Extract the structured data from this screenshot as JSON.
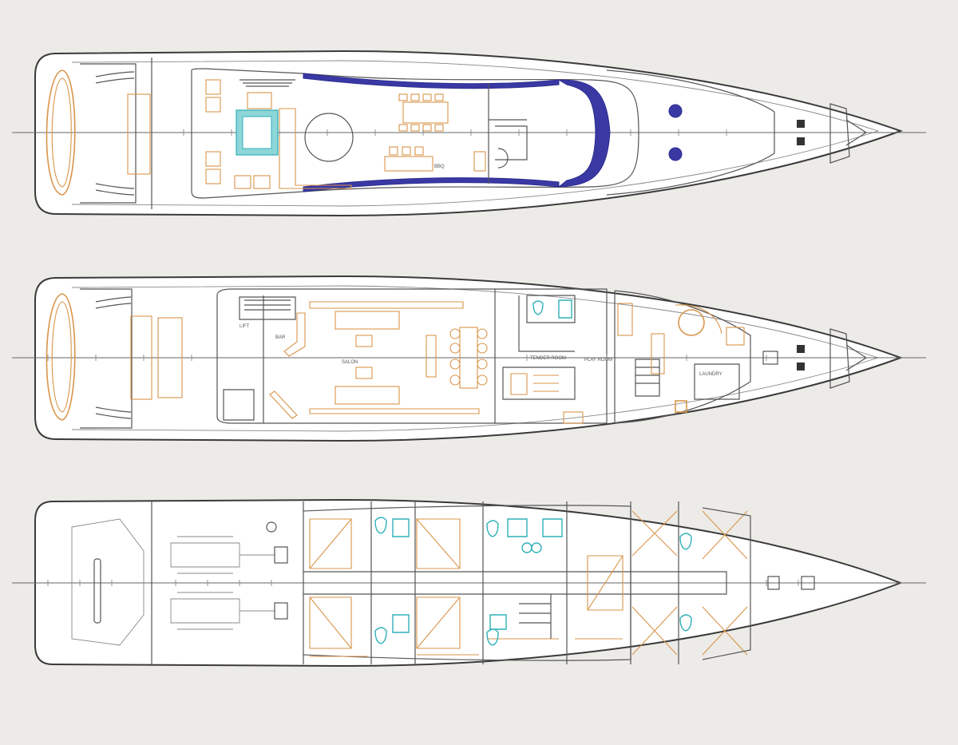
{
  "labels": {
    "bbq": "BBQ",
    "bar": "BAR",
    "salon": "SALON",
    "play_room": "PLAY ROOM",
    "laundry": "LAUNDRY",
    "tender_room": "TENDER ROOM",
    "lift": "LIFT"
  },
  "colors": {
    "background": "#ecebe7",
    "hull_line": "#3a3a3a",
    "furniture": "#d9954a",
    "bathroom_fixtures": "#2fb0b8",
    "sun_deck_accent": "#3a39a4"
  }
}
